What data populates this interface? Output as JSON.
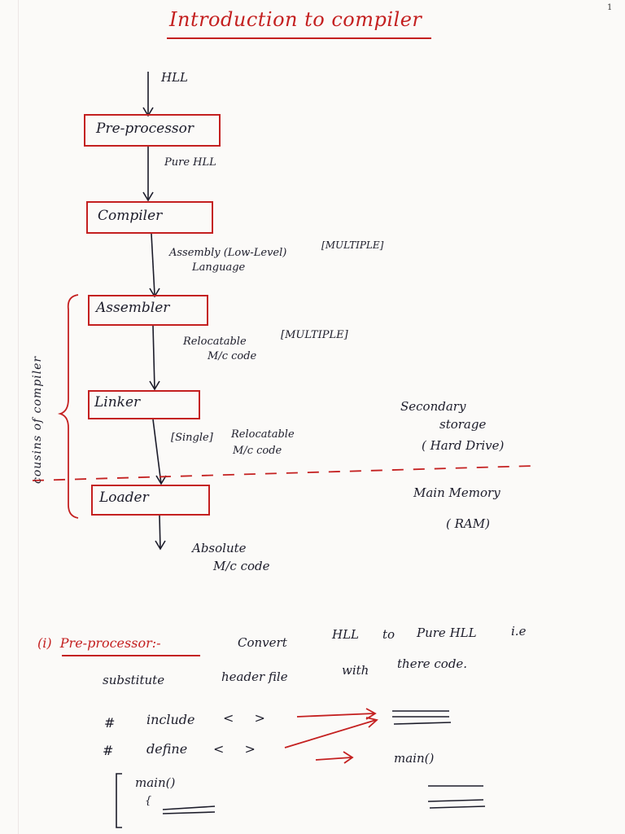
{
  "page_number": "1",
  "title": "Introduction to compiler",
  "flow": {
    "input": "HLL",
    "stages": [
      {
        "name": "Pre-processor"
      },
      {
        "name": "Compiler"
      },
      {
        "name": "Assembler"
      },
      {
        "name": "Linker"
      },
      {
        "name": "Loader"
      }
    ],
    "edges": [
      {
        "text": "Pure HLL"
      },
      {
        "text": "Assembly (Low-Level)",
        "text2": "Language",
        "tag": "MULTIPLE"
      },
      {
        "text": "Relocatable",
        "text2": "M/c code",
        "tag": "MULTIPLE"
      },
      {
        "tag": "Single",
        "text": "Relocatable",
        "text2": "M/c code"
      },
      {
        "text": "Absolute",
        "text2": "M/c code"
      }
    ],
    "side_group_label": "cousins of compiler",
    "secondary_storage": {
      "line1": "Secondary",
      "line2": "storage",
      "line3": "( Hard Drive)"
    },
    "main_memory": {
      "line1": "Main Memory",
      "line2": "( RAM)"
    }
  },
  "notes": {
    "section_number": "(i)",
    "section_title": "Pre-processor:-",
    "line1": [
      "Convert",
      "HLL",
      "to",
      "Pure HLL",
      "i.e"
    ],
    "line2": [
      "substitute",
      "header file",
      "with",
      "there code."
    ],
    "code": {
      "line1_hash": "#",
      "line1_kw": "include",
      "line1_args": "<  >",
      "line2_hash": "#",
      "line2_kw": "define",
      "line2_args": "<  >",
      "main_call": "main()",
      "open_brace": "{",
      "main_left": "main()",
      "brace_small": "{"
    }
  },
  "colors": {
    "ink": "#1c1c2a",
    "red": "#c42020"
  }
}
